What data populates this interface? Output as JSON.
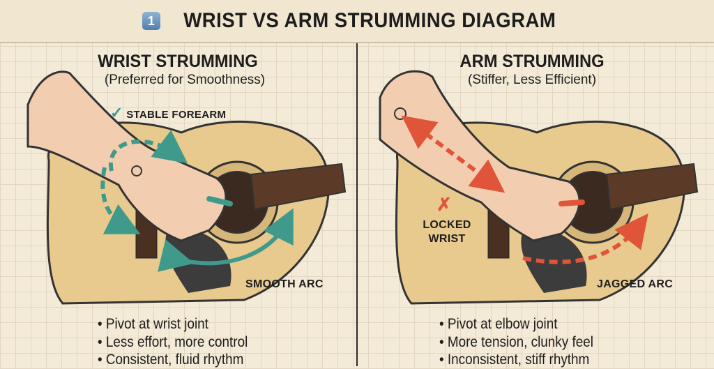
{
  "header": {
    "number_badge": "1",
    "title": "WRIST VS ARM STRUMMING DIAGRAM"
  },
  "left": {
    "title": "WRIST STRUMMING",
    "subtitle": "(Preferred for Smoothness)",
    "check_icon": "✓",
    "label_forearm": "STABLE FOREARM",
    "label_arc": "SMOOTH ARC",
    "bullets": [
      "Pivot at wrist joint",
      "Less effort, more control",
      "Consistent, fluid rhythm"
    ],
    "arc_color": "#3f9a8c"
  },
  "right": {
    "title": "ARM STRUMMING",
    "subtitle": "(Stiffer, Less Efficient)",
    "cross_icon": "✗",
    "label_wrist_1": "LOCKED",
    "label_wrist_2": "WRIST",
    "label_arc": "JAGGED ARC",
    "bullets": [
      "Pivot at elbow joint",
      "More tension, clunky feel",
      "Inconsistent, stiff rhythm"
    ],
    "arc_color": "#e0553a"
  }
}
